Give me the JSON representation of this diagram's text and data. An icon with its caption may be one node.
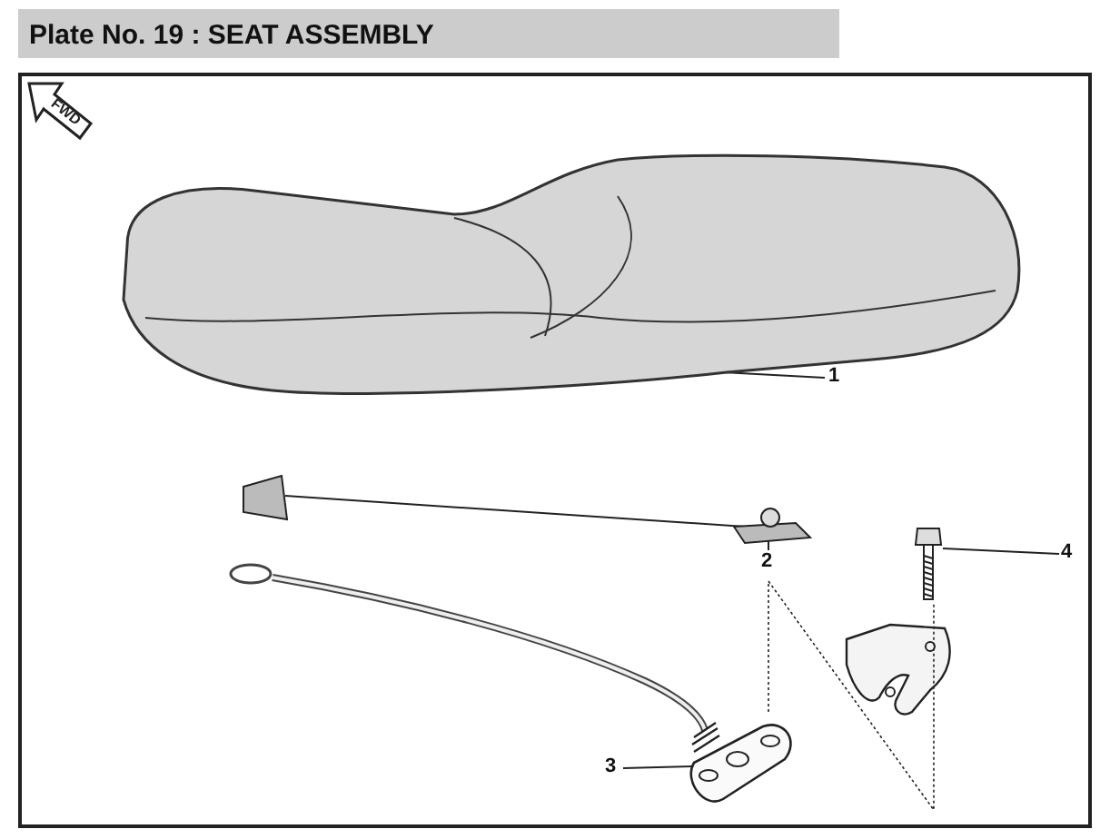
{
  "diagram": {
    "title": "Plate No. 19 : SEAT ASSEMBLY",
    "nodes": [
      {
        "text": [
          "1"
        ]
      },
      {
        "text": [],
        "shape": "picture"
      },
      {
        "text": [
          "2"
        ]
      },
      {
        "text": [],
        "shape": "picture"
      },
      {
        "text": [
          "3"
        ]
      },
      {
        "text": [],
        "shape": "picture"
      },
      {
        "text": [
          "4"
        ]
      },
      {
        "text": [],
        "shape": "picture"
      }
    ],
    "edges": [
      {
        "from": 0,
        "to": 1,
        "arrow": "none"
      },
      {
        "from": 2,
        "to": 3,
        "arrow": "none"
      },
      {
        "from": 4,
        "to": 5,
        "arrow": "none"
      },
      {
        "from": 6,
        "to": 7,
        "arrow": "none"
      },
      {
        "from": 5,
        "to": 7,
        "arrow": "none",
        "style": "dashed"
      }
    ],
    "labels": [
      "FWD"
    ]
  }
}
